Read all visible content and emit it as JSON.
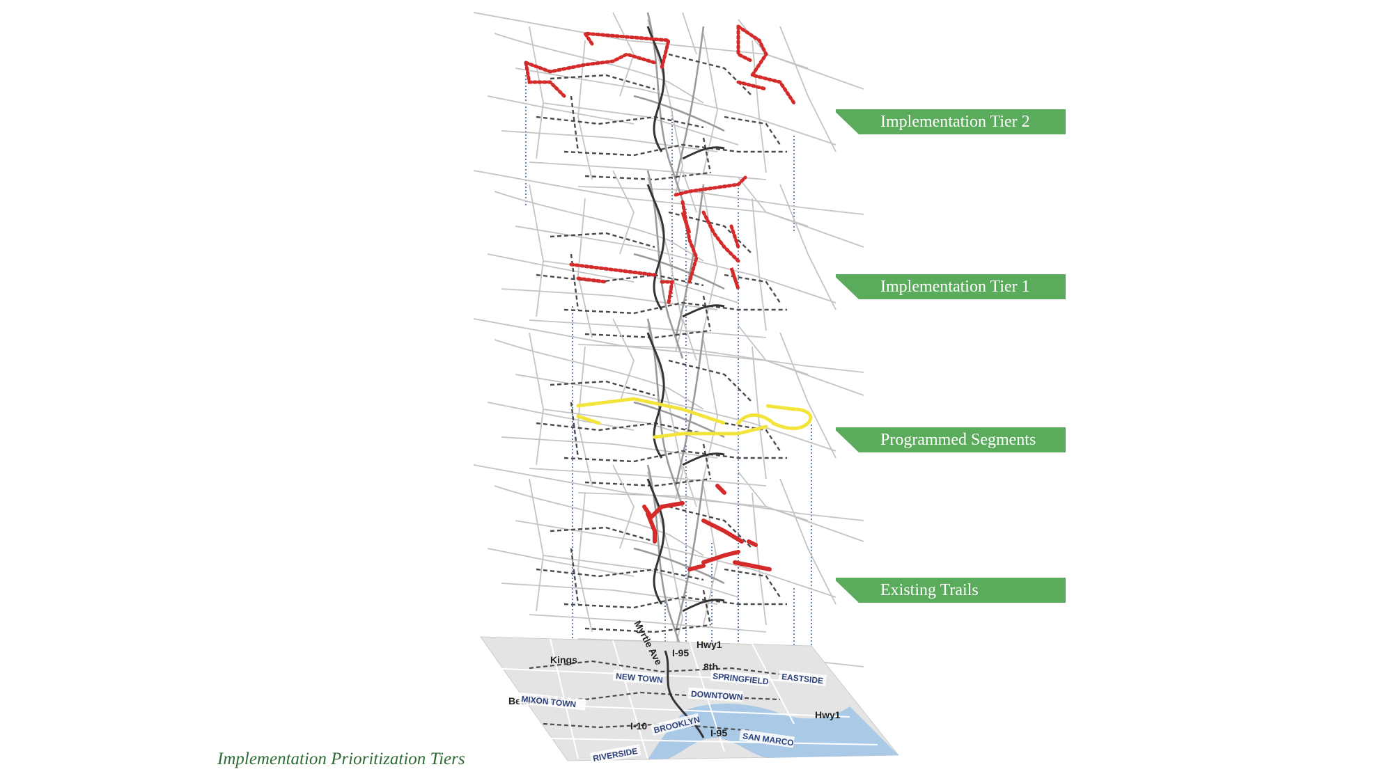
{
  "layers": [
    {
      "id": "tier2",
      "label": "Implementation Tier 2",
      "highlight": "red-dotted"
    },
    {
      "id": "tier1",
      "label": "Implementation Tier 1",
      "highlight": "red-dotted"
    },
    {
      "id": "programmed",
      "label": "Programmed Segments",
      "highlight": "yellow-dotted"
    },
    {
      "id": "existing",
      "label": "Existing Trails",
      "highlight": "red-solid"
    }
  ],
  "base_map": {
    "streets": [
      "Myrtle Ave",
      "I-95",
      "Hwy1",
      "Kings",
      "8th",
      "Beaver St",
      "I-10",
      "I-95",
      "Hwy1"
    ],
    "neighborhoods": [
      "NEW TOWN",
      "SPRINGFIELD",
      "EASTSIDE",
      "MIXON TOWN",
      "DOWNTOWN",
      "BROOKLYN",
      "SAN MARCO",
      "RIVERSIDE"
    ]
  },
  "caption": "Implementation Prioritization Tiers",
  "colors": {
    "label_bg": "#5aac5c",
    "red": "#d42a2a",
    "yellow": "#f2e43a",
    "water": "#a9c9e6",
    "caption": "#2e6b34"
  }
}
